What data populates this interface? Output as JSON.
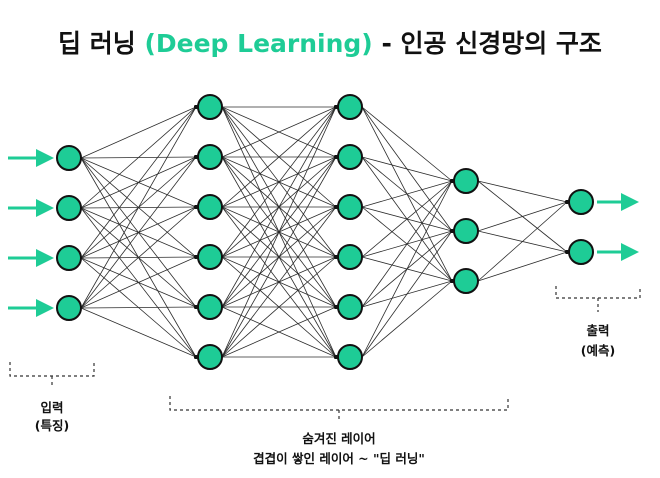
{
  "title": {
    "part1": "딥 러닝 ",
    "part2": "(Deep Learning)",
    "part3": " - 인공 신경망의 구조"
  },
  "labels": {
    "input_line1": "입력",
    "input_line2": "(특징)",
    "hidden_line1": "숨겨진 레이어",
    "hidden_line2": "겹겹이 쌓인 레이어 ~ \"딥 러닝\"",
    "output_line1": "출력",
    "output_line2": "(예측)"
  },
  "network": {
    "layer_node_counts": [
      4,
      6,
      6,
      3,
      2
    ],
    "input_arrows": 4,
    "output_arrows": 2
  },
  "colors": {
    "node_fill": "#1ECC96",
    "title_accent": "#1ECC96",
    "title_text": "#111111",
    "edge": "#2b2b2b",
    "arrow": "#1ECC96"
  }
}
